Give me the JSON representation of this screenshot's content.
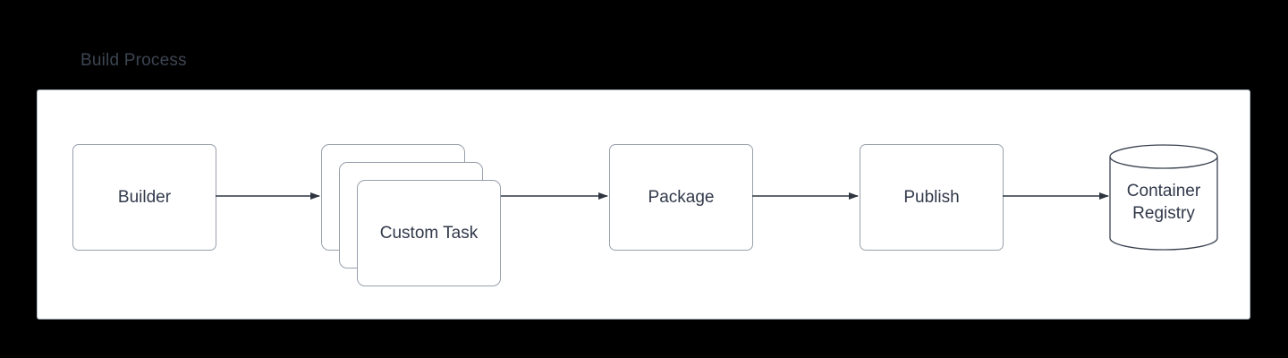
{
  "diagram": {
    "title": "Build Process",
    "title_color": "#3c4552",
    "panel_background": "#ffffff",
    "canvas_background": "#000000",
    "node_border_color": "#98a0ab",
    "node_text_color": "#31394a",
    "connector_color": "#2f3640",
    "nodes": [
      {
        "id": "builder",
        "label": "Builder",
        "shape": "rounded-rect"
      },
      {
        "id": "custom-task",
        "label": "Custom Task",
        "shape": "stacked-rounded-rect",
        "stack_count": 3
      },
      {
        "id": "package",
        "label": "Package",
        "shape": "rounded-rect"
      },
      {
        "id": "publish",
        "label": "Publish",
        "shape": "rounded-rect"
      },
      {
        "id": "container-registry",
        "label_line1": "Container",
        "label_line2": "Registry",
        "shape": "cylinder"
      }
    ],
    "connectors": [
      {
        "from": "builder",
        "to": "custom-task",
        "style": "arrow"
      },
      {
        "from": "custom-task",
        "to": "package",
        "style": "arrow"
      },
      {
        "from": "package",
        "to": "publish",
        "style": "arrow"
      },
      {
        "from": "publish",
        "to": "container-registry",
        "style": "arrow"
      }
    ]
  }
}
